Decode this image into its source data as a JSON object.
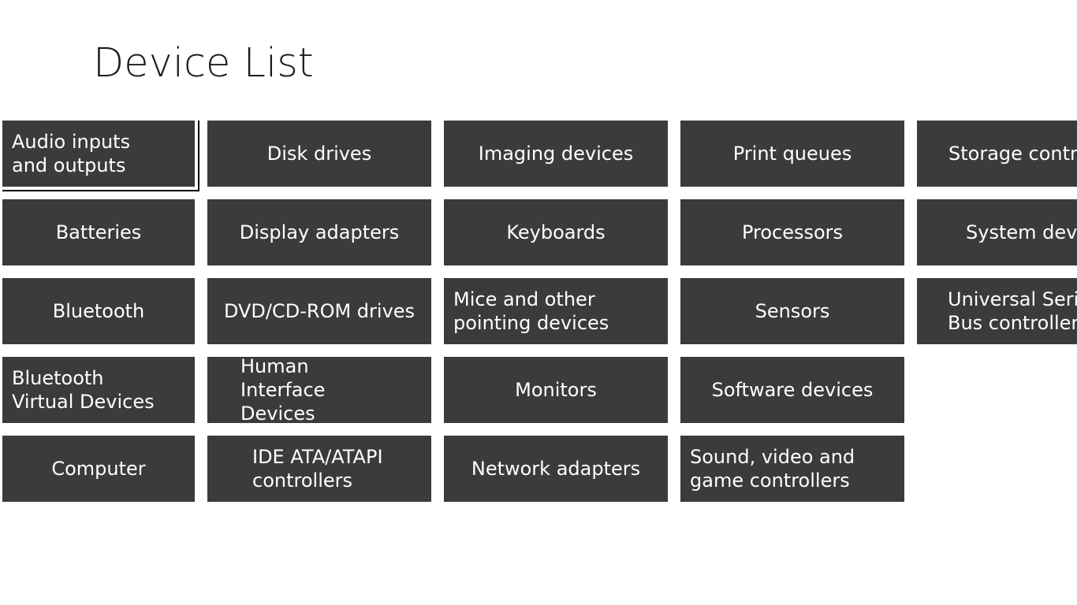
{
  "page": {
    "title": "Device List"
  },
  "colors": {
    "tile_background": "#3b3b3b",
    "tile_text": "#ffffff",
    "page_background": "#ffffff",
    "title_text": "#1d1d1d",
    "selection_outline": "#000000"
  },
  "columns": [
    {
      "items": [
        {
          "label": "Audio inputs and outputs",
          "selected": true
        },
        {
          "label": "Batteries"
        },
        {
          "label": "Bluetooth"
        },
        {
          "label": "Bluetooth Virtual Devices"
        },
        {
          "label": "Computer"
        }
      ]
    },
    {
      "items": [
        {
          "label": "Disk drives"
        },
        {
          "label": "Display adapters"
        },
        {
          "label": "DVD/CD-ROM drives"
        },
        {
          "label": "Human Interface Devices"
        },
        {
          "label": "IDE ATA/ATAPI controllers"
        }
      ]
    },
    {
      "items": [
        {
          "label": "Imaging devices"
        },
        {
          "label": "Keyboards"
        },
        {
          "label": "Mice and other pointing devices"
        },
        {
          "label": "Monitors"
        },
        {
          "label": "Network adapters"
        }
      ]
    },
    {
      "items": [
        {
          "label": "Print queues"
        },
        {
          "label": "Processors"
        },
        {
          "label": "Sensors"
        },
        {
          "label": "Software devices"
        },
        {
          "label": "Sound, video and game controllers"
        }
      ]
    },
    {
      "items": [
        {
          "label": "Storage controllers"
        },
        {
          "label": "System devices"
        },
        {
          "label": "Universal Serial Bus controllers"
        }
      ]
    }
  ]
}
